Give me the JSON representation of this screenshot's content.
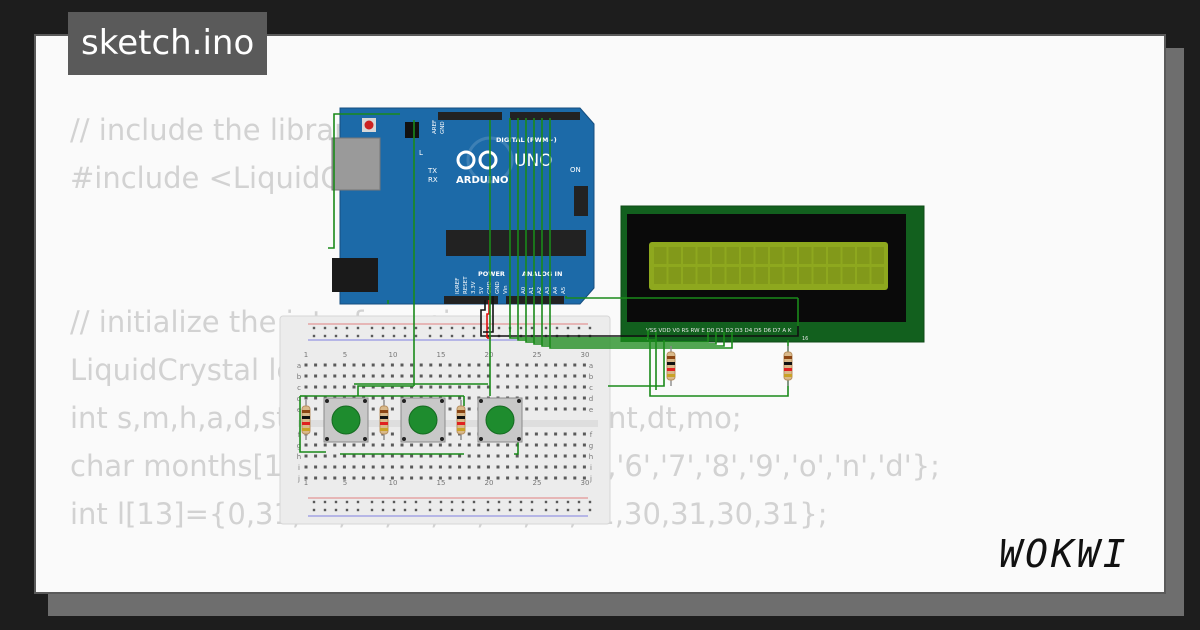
{
  "project": {
    "file_name": "sketch.ino"
  },
  "code_lines": [
    "// include the library code:",
    "#include <LiquidCrystal.h>",
    "",
    "",
    "// initialize the interface pins",
    "LiquidCrystal lcd(12, 11, 5, 4, 3, 2);",
    "int s,m,h,a,d,state,state1,state2,dg,cnt,dt,mo;",
    "char months[15]={'0','1','2','3','4','5','6','7','8','9','o','n','d'};",
    "int l[13]={0,31,28,31,30,31,30,31,31,30,31,30,31};"
  ],
  "arduino": {
    "brand": "ARDUINO",
    "model": "UNO",
    "on_label": "ON",
    "l_label": "L",
    "tx_label": "TX",
    "rx_label": "RX",
    "aref_label": "AREF",
    "gnd_label": "GND",
    "digital_label": "DIGITAL (PWM~)",
    "power_label": "POWER",
    "analog_label": "ANALOG IN",
    "power_pins": [
      "IOREF",
      "RESET",
      "3.3V",
      "5V",
      "GND",
      "GND",
      "Vin"
    ],
    "analog_pins": [
      "A0",
      "A1",
      "A2",
      "A3",
      "A4",
      "A5"
    ]
  },
  "lcd": {
    "pin_labels": "VSS VDD V0 RS RW E D0 D1 D2 D3 D4 D5 D6 D7 A K",
    "pin_1": "1",
    "pin_16": "16",
    "backlight_color": "#8ea81e",
    "board_color": "#12601e"
  },
  "breadboard": {
    "column_numbers": [
      "1",
      "5",
      "10",
      "15",
      "20",
      "25",
      "30"
    ],
    "row_letters_top": [
      "a",
      "b",
      "c",
      "d",
      "e"
    ],
    "row_letters_bottom": [
      "f",
      "g",
      "h",
      "i",
      "j"
    ]
  },
  "buttons": {
    "count": 3,
    "cap_color": "#1e8c2e"
  },
  "resistors": {
    "count": 5
  },
  "brand": {
    "logo_text": "WOKWI"
  },
  "colors": {
    "wire_green": "#1a8a1a",
    "wire_red": "#dd1010",
    "wire_black": "#111111",
    "arduino_blue": "#1c6aa8",
    "title_bg": "#5a5a5a",
    "code_text": "#d2d2d2"
  }
}
